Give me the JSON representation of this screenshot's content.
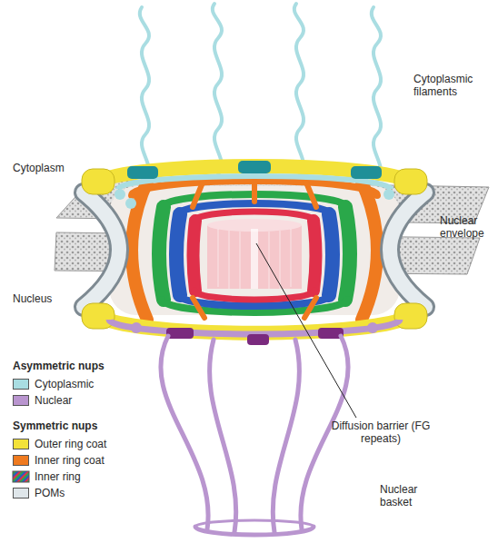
{
  "diagram": {
    "labels": [
      "Cytoplasmic filaments",
      "Cytoplasm",
      "Nuclear envelope",
      "Nucleus",
      "Asymmetric nups",
      "Symmetric nups",
      "Diffusion barrier (FG repeats)",
      "Nuclear basket"
    ],
    "legend": [
      {
        "text": "Cytoplasmic",
        "color": "#a9dde2"
      },
      {
        "text": "Nuclear",
        "color": "#b995cf"
      },
      {
        "text": "Outer ring coat",
        "color": "#f3e23a"
      },
      {
        "text": "Inner ring coat",
        "color": "#ef7a1f"
      },
      {
        "text": "Inner ring"
      },
      {
        "text": "POMs",
        "color": "#dfe6ea"
      }
    ]
  }
}
